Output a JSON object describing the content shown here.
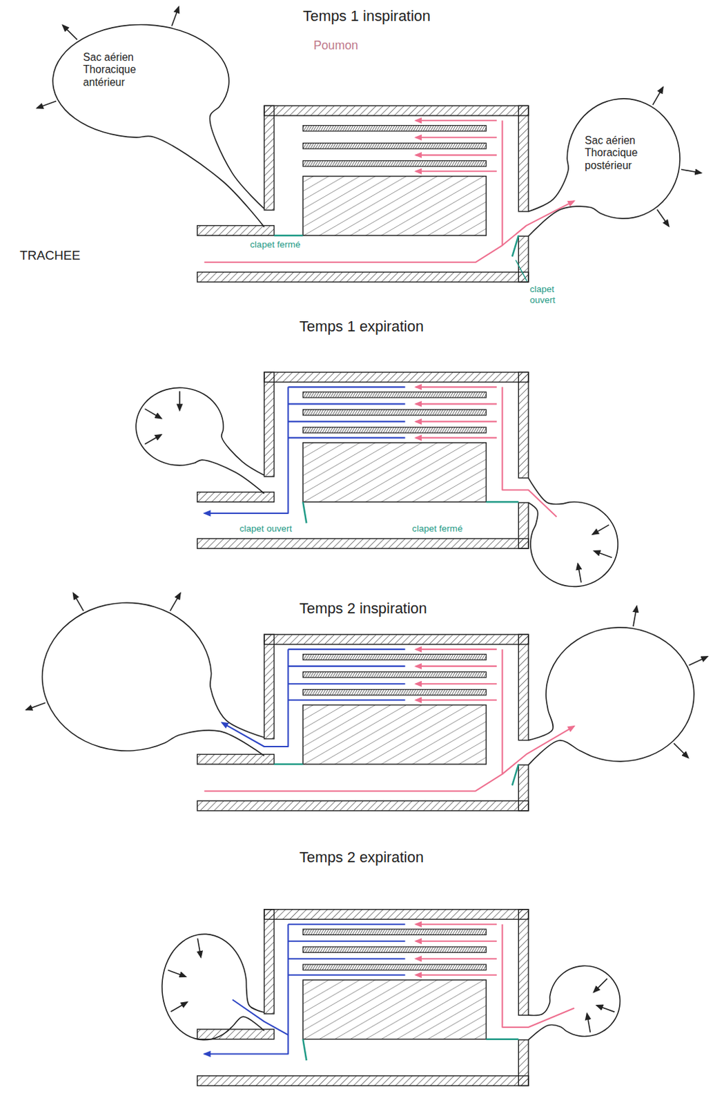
{
  "diagram": {
    "nodes": [
      {
        "text": [
          "Sac aérien Thoracique antérieur"
        ]
      },
      {
        "text": [
          "Poumon"
        ]
      },
      {
        "text": [
          "Sac aérien Thoracique postérieur"
        ]
      }
    ],
    "labels": [
      "Temps 1 inspiration",
      "TRACHEE",
      "clapet fermé",
      "clapet ouvert",
      "Temps 1 expiration",
      "clapet ouvert",
      "clapet fermé",
      "Temps 2 inspiration",
      "Temps 2 expiration"
    ]
  }
}
